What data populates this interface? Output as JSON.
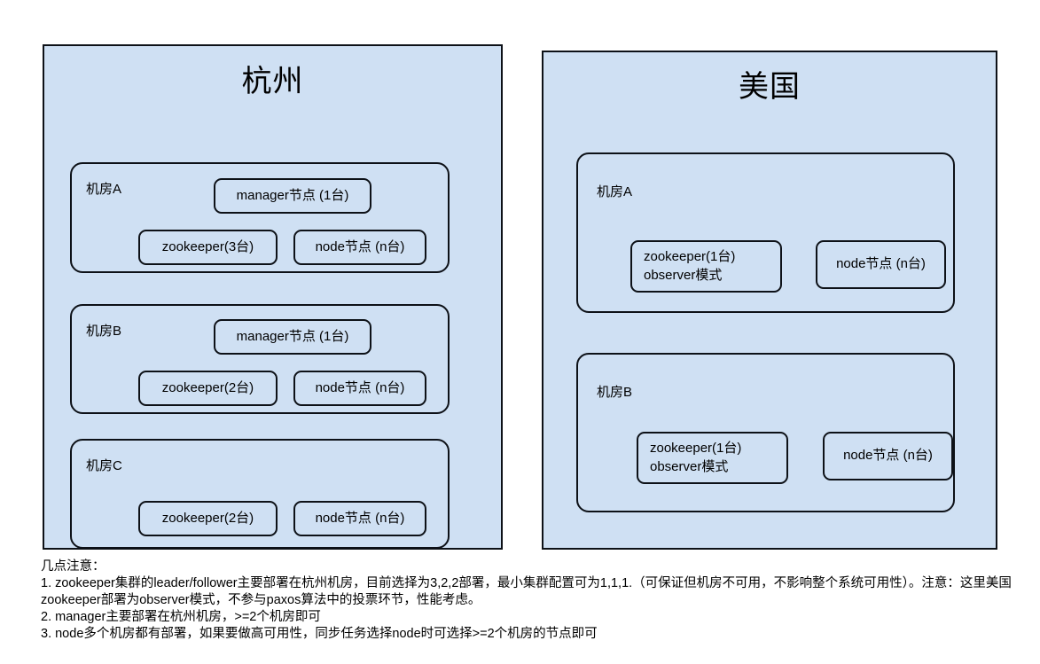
{
  "diagram": {
    "title_hangzhou": "杭州",
    "title_usa": "美国",
    "colors": {
      "panel_fill": "#cfe0f3",
      "stroke": "#0d1117",
      "text": "#000000",
      "background": "#ffffff"
    },
    "regions": [
      {
        "name": "hangzhou",
        "title": "杭州",
        "datacenters": [
          {
            "label": "机房A",
            "nodes": [
              {
                "text": "manager节点 (1台)"
              },
              {
                "text": "zookeeper(3台)"
              },
              {
                "text": "node节点 (n台)"
              }
            ]
          },
          {
            "label": "机房B",
            "nodes": [
              {
                "text": "manager节点 (1台)"
              },
              {
                "text": "zookeeper(2台)"
              },
              {
                "text": "node节点 (n台)"
              }
            ]
          },
          {
            "label": "机房C",
            "nodes": [
              {
                "text": "zookeeper(2台)"
              },
              {
                "text": "node节点 (n台)"
              }
            ]
          }
        ]
      },
      {
        "name": "usa",
        "title": "美国",
        "datacenters": [
          {
            "label": "机房A",
            "nodes": [
              {
                "text": "zookeeper(1台)\nobserver模式"
              },
              {
                "text": "node节点 (n台)"
              }
            ]
          },
          {
            "label": "机房B",
            "nodes": [
              {
                "text": "zookeeper(1台)\nobserver模式"
              },
              {
                "text": "node节点 (n台)"
              }
            ]
          }
        ]
      }
    ]
  },
  "notes": {
    "heading": "几点注意：",
    "items": [
      "1. zookeeper集群的leader/follower主要部署在杭州机房，目前选择为3,2,2部署，最小集群配置可为1,1,1.（可保证但机房不可用，不影响整个系统可用性）。注意：这里美国zookeeper部署为observer模式，不参与paxos算法中的投票环节，性能考虑。",
      "2. manager主要部署在杭州机房，>=2个机房即可",
      "3. node多个机房都有部署，如果要做高可用性，同步任务选择node时可选择>=2个机房的节点即可"
    ]
  }
}
